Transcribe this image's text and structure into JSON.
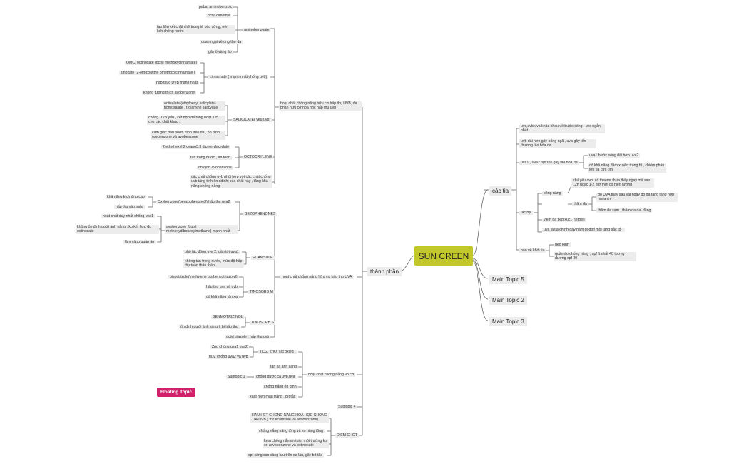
{
  "mindmap": {
    "central_topic": "SUN CREEN",
    "floating_topic": "Floating Topic",
    "left_main": "thành phần",
    "right_main": [
      "các tia",
      "Main Topic 5",
      "Main Topic 2",
      "Main Topic 3"
    ],
    "uvb_group": "hoạt chất chống nắng hữu cơ hấp thụ UVB, đa phần hữu cơ hóa học hấp thụ uvb",
    "aminobenzoate": "aminobenzoate",
    "amino_items": [
      "pabа, aminobenzoic",
      "octyl dimethyl",
      "tạo liên kết chặt chẽ trong tế bào sừng, nên kch chống nước",
      "quan ngại về ung thư da",
      "gây ố vàng áo"
    ],
    "cinnamate": "cinnamate ( mạnh nhất chống uvb)",
    "cinn_items": [
      "OMC, octinoxate (octyl methoxycinnamate)",
      "sinoxate (2-ethoxyethyl pmethoxycinnamate )",
      "hấp thục UVB mạnh nhất",
      "không tương thích avobenzone"
    ],
    "salicylate": "SALICILATE( yếu uvb)",
    "sal_items": [
      "octisalate (ethylhexyl salicylate) homosalate , trolamine salicylate",
      "chống UVB yếu , kết hợp để tăng hoạt tức cho các chất khác ,",
      "cảm giác dầu nhờn dính trên da , ổn định oxybenzone và avobenzone"
    ],
    "octocrylene": "OCTOCRYLENE",
    "octo_items": [
      "2 ethylhexyl 2 cyano3,3 diphenylacrylate",
      "tan trong nước , an toàn",
      "ổn định avobenzone"
    ],
    "uvb_combo": "các chất chống uvb phối hợp với các chất chống uvb tăng tính ổn ddinhj của chất này , tăng khả năng chống nắng",
    "uva_group": "hoạt chất chống nắng hữu cơ hấp thụ UVA",
    "benzophenones": "BEZOPHENONES",
    "oxybenzone": "Oxybenzone(benzophenone3) hấp thụ uva2",
    "oxy_items": [
      "khả năng kích ứng cao",
      "hấp thu vào máu"
    ],
    "avobenzone": "avobenzone (butyl methoxydibenzoylmethane) mạnh nhất",
    "avo_items": [
      "hoạt chất duy nhất chống uva1",
      "không ổn định dưới ánh nắng , ko kết hợp đc octinoxate",
      "làm vàng quần áo"
    ],
    "ecamsule": "ECAMSULE",
    "eca_items": [
      "phổ tác động uva 2, gần tới uva1",
      "không tan trong nước, mức độ hấp thụ toàn thân thấp"
    ],
    "tinosorb_m": "TINOSORB M",
    "tm_items": [
      "bisoctrizole(methylene bis benzotriazolyl)",
      "hấp thu uva và uvb",
      "có khả năng tán xạ"
    ],
    "tinosorb_s": "TINOSORB S",
    "ts_items": [
      "BENMOTRIZINOL",
      "ổn định dưới ánh sáng ít bị hấp thụ"
    ],
    "octyl_triazole": "octyl triazole , hấp thụ uvb",
    "inorganic": "hoạt chất chống nắng vô cơ",
    "tio2_zno": "TiO2, ZnO, sắt oxied ,",
    "tio2_items": [
      "Zno chống uva1 uva2",
      "tiO2 chống uva2 và uvb"
    ],
    "inorg_items": [
      "tán xạ ánh sáng",
      "chống được cả uvb,uva",
      "chống nắng ổn định",
      "xuất hiện màu trắng , bít tắc"
    ],
    "subtopic1": "Subtopic 1",
    "subtopic4": "Subtopic 4",
    "diem_chot": "ĐIỂM CHỐT",
    "chot_items": [
      "HẦU HẾT CHỐNG NẮNG HÓA HỌC CHỐNG TIA UVB ( trừ ecamsule và avobenzone)",
      "chống nắng nâng tông và ko nâng tông",
      "kem chống nắn an toàn môi trường ko có avvobenzone và octinoxate",
      "spf càng cao càng lưu trên da lâu, gây bít tắc"
    ],
    "tia_items": [
      "uvc,uvb,uva khác nhau về bước sóng , uvc ngắn nhất",
      "uvb dài hơn gây bỏng ngã , uva gây tổn thương lão hóa da"
    ],
    "uva_sub": "uva1 , uva2 tạo ros gây lão hóa da",
    "uva_sub_items": [
      "uva1 bước sóng dài hơn uva2",
      "có khả năng đâm xuyên trung bì , chiếm phần lớn tia cực tím"
    ],
    "tac_hai": "tác hại",
    "bong_nang": "bỏng nắng",
    "bong_item": "chủ yếu uvb, có theemr thưa thấy ngay mà sau 12h hoặc 1-2 giờ mới có hiện tượng",
    "tham_da": "thâm da",
    "tham_items": [
      "do UVA thấy sau vài ngày do da tăng tăng hợp melanin",
      "thâm da sạm , thâm da dai dẳng"
    ],
    "tac_hai_items": [
      "viêm da tiếp xúc , herpes",
      "uva là tia chính gây nám dodoif mồi tàng sắc tố"
    ],
    "bao_ve": "bảo vệ khỏi tia",
    "bao_items": [
      "đeo kính",
      "quần áo chống nắng , upf ít nhất 40 tương đương spf 30"
    ]
  }
}
